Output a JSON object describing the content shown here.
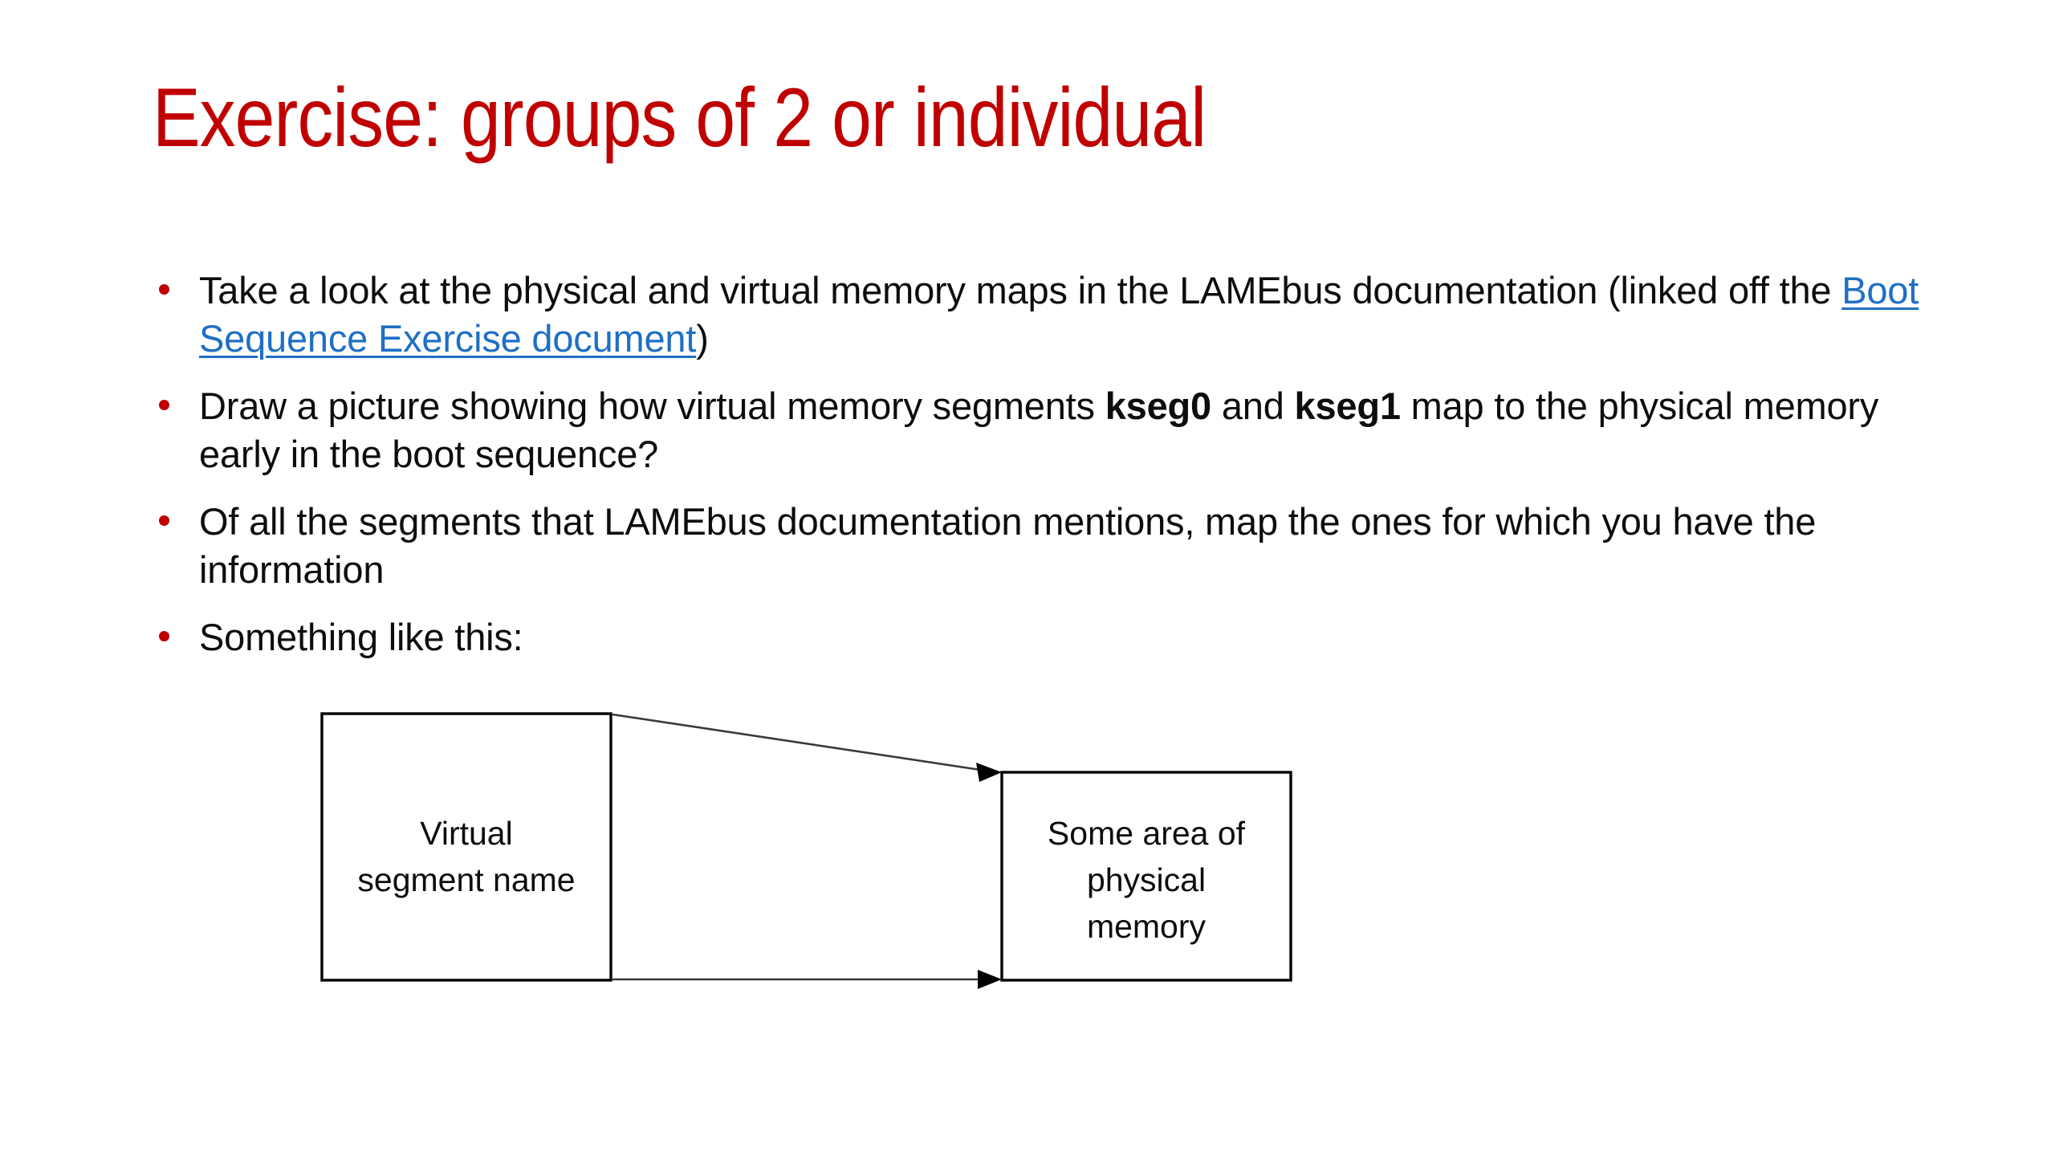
{
  "slide": {
    "title": "Exercise: groups of 2 or individual",
    "title_color": "#C00000",
    "background_color": "#FFFFFF",
    "body_text_color": "#0D0D0D",
    "bullet_marker_color": "#C00000",
    "link_color": "#1F6FC4"
  },
  "bullets": [
    {
      "id": "bullet-lamebus-docs",
      "segments": [
        {
          "type": "text",
          "value": "Take a look at the physical and virtual memory maps in the LAMEbus documentation (linked off the "
        },
        {
          "type": "link",
          "value": "Boot Sequence Exercise document"
        },
        {
          "type": "text",
          "value": ")"
        }
      ],
      "plain": "Take a look at the physical and virtual memory maps in the LAMEbus documentation (linked off the Boot Sequence Exercise document)",
      "pre_link": "Take a look at the physical and virtual memory maps in the LAMEbus documentation (linked off the ",
      "link_label": "Boot Sequence Exercise document",
      "post_link": ")"
    },
    {
      "id": "bullet-draw-picture",
      "plain": "Draw a picture showing how virtual memory segments kseg0 and kseg1 map to the physical memory early in the boot sequence?",
      "part_a": "Draw a picture showing how virtual memory segments ",
      "bold_a": "kseg0",
      "part_b": " and ",
      "bold_b": "kseg1",
      "part_c": " map to the physical memory early in the boot sequence?"
    },
    {
      "id": "bullet-map-segments",
      "plain": "Of all the segments that LAMEbus documentation mentions, map the ones for which you have the information"
    },
    {
      "id": "bullet-something-like-this",
      "plain": "Something like this:"
    }
  ],
  "diagram": {
    "name": "virtual-to-physical-mapping-diagram",
    "virtual_box": {
      "label_line1": "Virtual",
      "label_line2": "segment name"
    },
    "physical_box": {
      "label_line1": "Some area of",
      "label_line2": "physical",
      "label_line3": "memory"
    },
    "connectors": [
      {
        "name": "top-mapping-arrow",
        "style": "diagonal-arrow"
      },
      {
        "name": "bottom-mapping-arrow",
        "style": "horizontal-arrow"
      }
    ]
  }
}
